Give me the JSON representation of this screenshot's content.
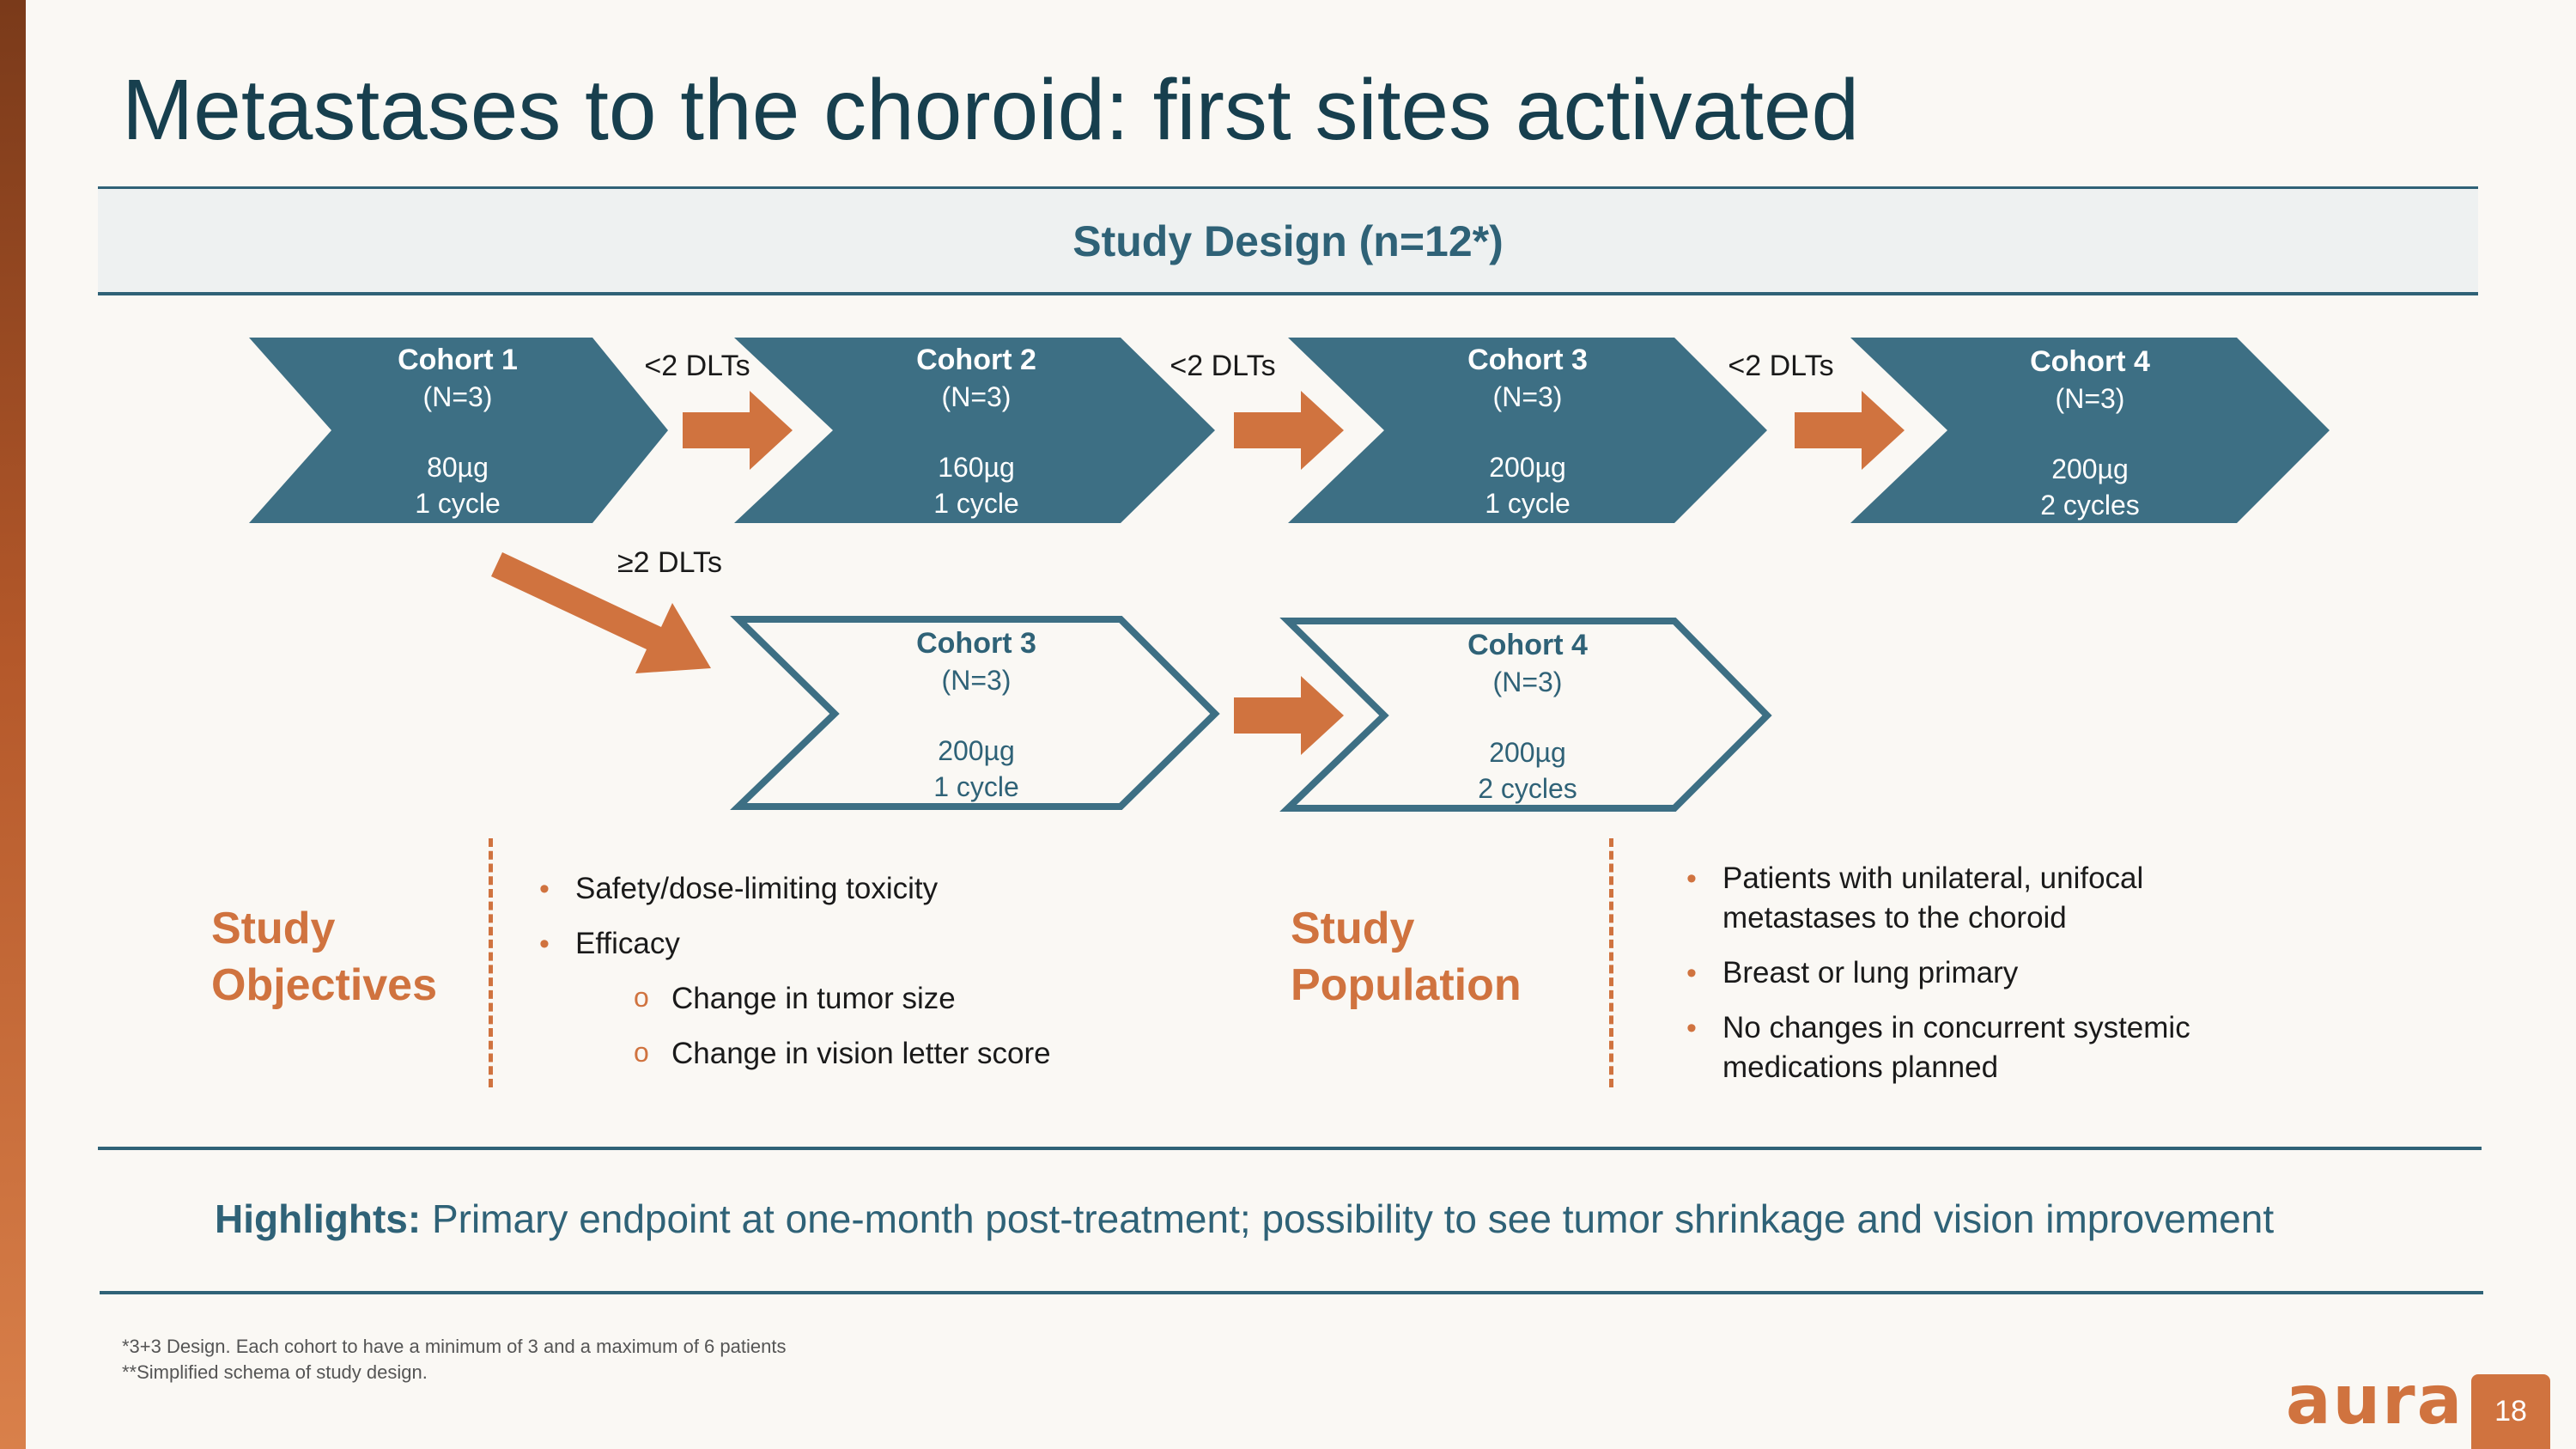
{
  "title": "Metastases to the choroid: first sites activated",
  "study_design_title": "Study Design (n=12*)",
  "cohorts_top": [
    {
      "name": "Cohort 1",
      "n": "(N=3)",
      "dose": "80µg",
      "cycles": "1 cycle"
    },
    {
      "name": "Cohort 2",
      "n": "(N=3)",
      "dose": "160µg",
      "cycles": "1 cycle"
    },
    {
      "name": "Cohort 3",
      "n": "(N=3)",
      "dose": "200µg",
      "cycles": "1 cycle"
    },
    {
      "name": "Cohort 4",
      "n": "(N=3)",
      "dose": "200µg",
      "cycles": "2 cycles"
    }
  ],
  "cohorts_bottom": [
    {
      "name": "Cohort 3",
      "n": "(N=3)",
      "dose": "200µg",
      "cycles": "1 cycle"
    },
    {
      "name": "Cohort 4",
      "n": "(N=3)",
      "dose": "200µg",
      "cycles": "2 cycles"
    }
  ],
  "transitions": {
    "lt2": "<2 DLTs",
    "ge2": "≥2 DLTs"
  },
  "objectives": {
    "label_line1": "Study",
    "label_line2": "Objectives",
    "items": [
      "Safety/dose-limiting toxicity",
      "Efficacy"
    ],
    "subitems": [
      "Change in tumor size",
      "Change in vision letter score"
    ]
  },
  "population": {
    "label_line1": "Study",
    "label_line2": "Population",
    "items": [
      {
        "line1": "Patients with unilateral, unifocal",
        "line2": "metastases to the choroid"
      },
      {
        "line1": "Breast or lung primary",
        "line2": ""
      },
      {
        "line1": "No changes in concurrent systemic",
        "line2": "medications planned"
      }
    ]
  },
  "highlights": {
    "label": "Highlights:",
    "text": " Primary endpoint at one-month post-treatment; possibility to see tumor shrinkage and vision improvement"
  },
  "footnotes": [
    "*3+3 Design. Each cohort to have a minimum of 3 and a maximum of 6 patients",
    "**Simplified schema of study design."
  ],
  "logo": "aura",
  "page_number": "18",
  "colors": {
    "teal": "#3d6f84",
    "dark_teal": "#2f6277",
    "orange": "#d0733f",
    "title": "#173f4e"
  }
}
